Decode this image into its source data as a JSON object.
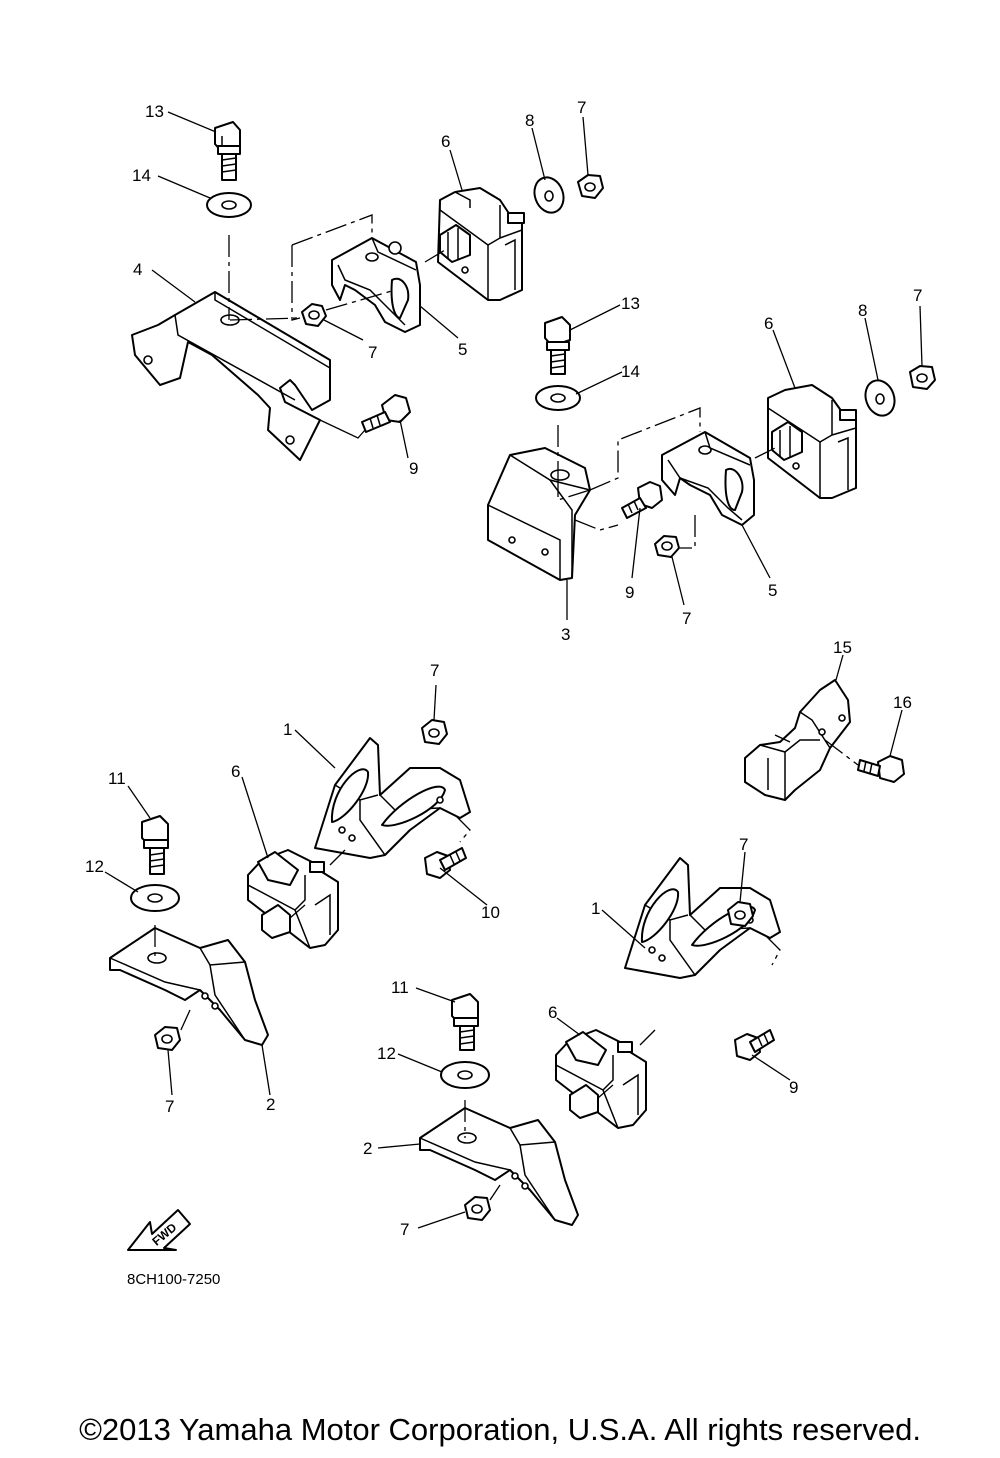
{
  "diagram": {
    "drawing_code": "8CH100-7250",
    "forward_arrow_label": "FWD",
    "callouts": [
      "13",
      "14",
      "4",
      "6",
      "8",
      "7",
      "7",
      "5",
      "9",
      "13",
      "14",
      "6",
      "8",
      "7",
      "9",
      "7",
      "5",
      "3",
      "7",
      "15",
      "16",
      "1",
      "6",
      "11",
      "12",
      "10",
      "7",
      "2",
      "7",
      "1",
      "6",
      "11",
      "12",
      "9",
      "2",
      "7"
    ]
  },
  "footer": {
    "copyright": "©2013 Yamaha Motor Corporation, U.S.A. All rights reserved."
  }
}
